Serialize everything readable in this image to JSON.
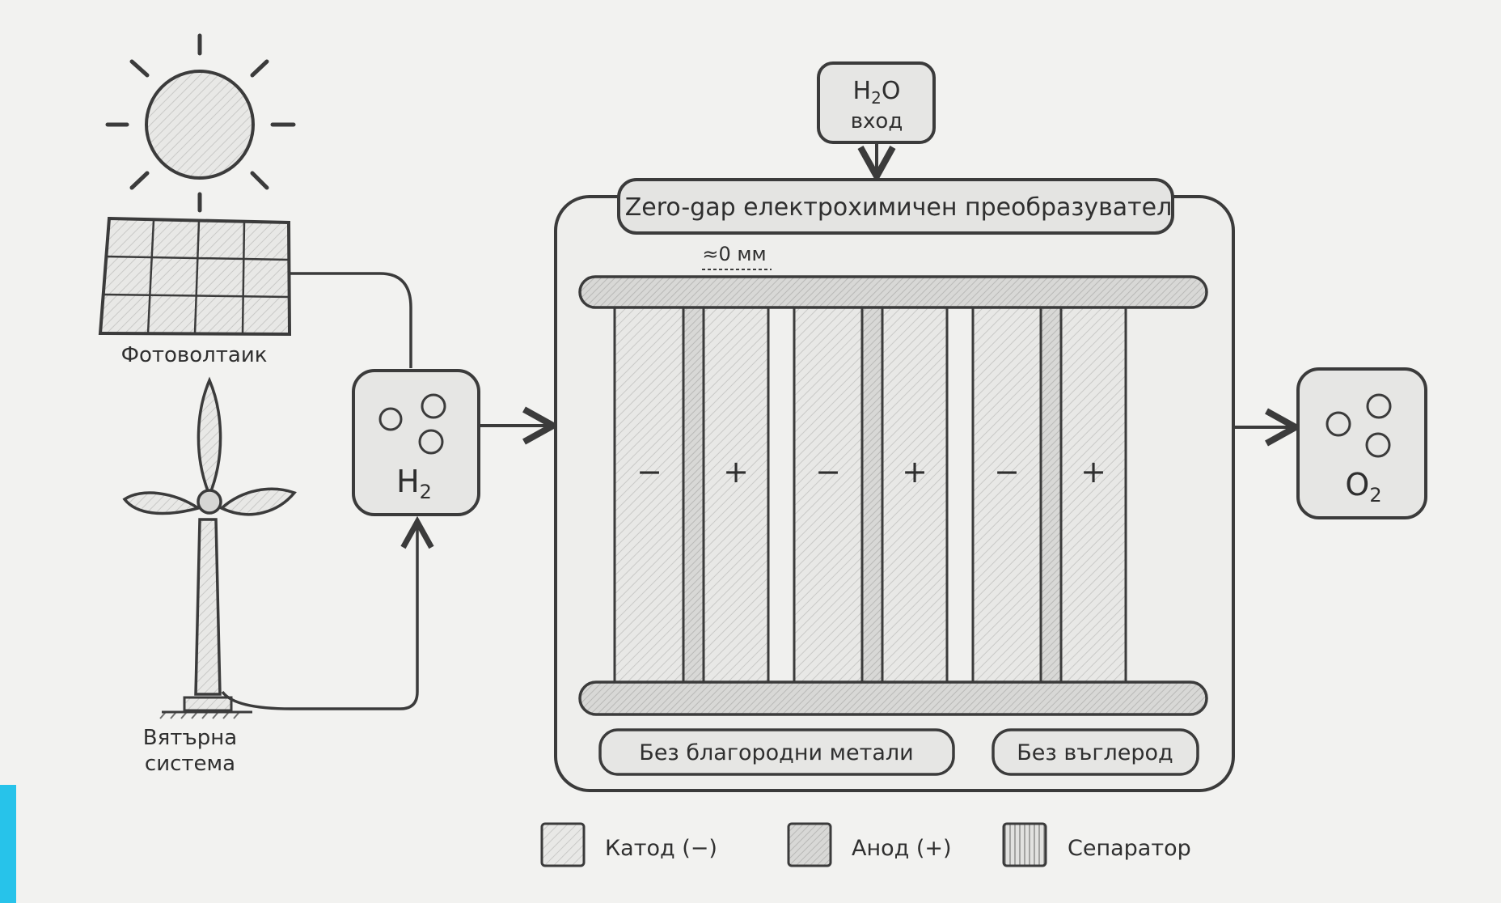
{
  "colors": {
    "background": "#f2f2f0",
    "ink": "#3b3b3b",
    "fill_light": "#e6e6e4",
    "fill_mid": "#d6d6d4",
    "accent_bar": "#27c3ea"
  },
  "sources": {
    "solar_label": "Фотоволтаик",
    "wind_label_line1": "Вятърна",
    "wind_label_line2": "система"
  },
  "h2_box": {
    "label": "H",
    "subscript": "2"
  },
  "water_input": {
    "formula_main": "H",
    "formula_sub": "2",
    "formula_tail": "O",
    "label": "вход"
  },
  "converter": {
    "title": "Zero-gap електрохимичен преобразувател",
    "gap_label": "≈0 мм",
    "electrode_signs": [
      "−",
      "+",
      "−",
      "+",
      "−",
      "+"
    ],
    "feature_left": "Без благородни метали",
    "feature_right": "Без въглерод"
  },
  "o2_box": {
    "label": "O",
    "subscript": "2"
  },
  "legend": [
    {
      "id": "cathode",
      "label": "Катод (−)"
    },
    {
      "id": "anode",
      "label": "Анод (+)"
    },
    {
      "id": "separator",
      "label": "Сепаратор"
    }
  ]
}
